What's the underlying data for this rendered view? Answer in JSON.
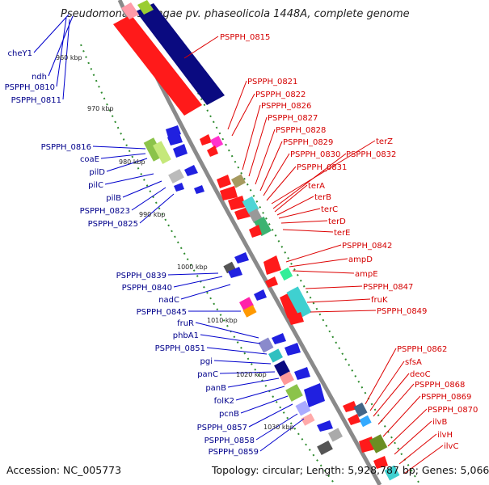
{
  "title": "Pseudomonas syringae pv. phaseolicola 1448A, complete genome",
  "footer": {
    "accession": "Accession: NC_005773",
    "summary": "Topology: circular; Length: 5,928,787 bp; Genes: 5,066"
  },
  "kbp_ticks": [
    "960 kbp",
    "970 kbp",
    "980 kbp",
    "990 kbp",
    "1000 kbp",
    "1010 kbp",
    "1020 kbp",
    "1030 kbp"
  ],
  "left_labels": [
    "cheY1",
    "ndh",
    "PSPPH_0810",
    "PSPPH_0811",
    "PSPPH_0816",
    "coaE",
    "pilD",
    "pilC",
    "pilB",
    "PSPPH_0823",
    "PSPPH_0825",
    "PSPPH_0839",
    "PSPPH_0840",
    "nadC",
    "PSPPH_0845",
    "fruR",
    "phbA1",
    "PSPPH_0851",
    "pgi",
    "panC",
    "panB",
    "folK2",
    "pcnB",
    "PSPPH_0857",
    "PSPPH_0858",
    "PSPPH_0859"
  ],
  "right_labels": [
    "PSPPH_0815",
    "PSPPH_0821",
    "PSPPH_0822",
    "PSPPH_0826",
    "PSPPH_0827",
    "PSPPH_0828",
    "PSPPH_0829",
    "PSPPH_0830",
    "PSPPH_0831",
    "terZ",
    "PSPPH_0832",
    "terA",
    "terB",
    "terC",
    "terD",
    "terE",
    "PSPPH_0842",
    "ampD",
    "ampE",
    "PSPPH_0847",
    "fruK",
    "PSPPH_0849",
    "PSPPH_0862",
    "sfsA",
    "deoC",
    "PSPPH_0868",
    "PSPPH_0869",
    "PSPPH_0870",
    "ilvB",
    "ilvH",
    "ilvC"
  ],
  "colors": {
    "forward_label": "#00008b",
    "reverse_label": "#d40000",
    "backbone": "#888888",
    "tick_dots": "#2e8b2e"
  }
}
